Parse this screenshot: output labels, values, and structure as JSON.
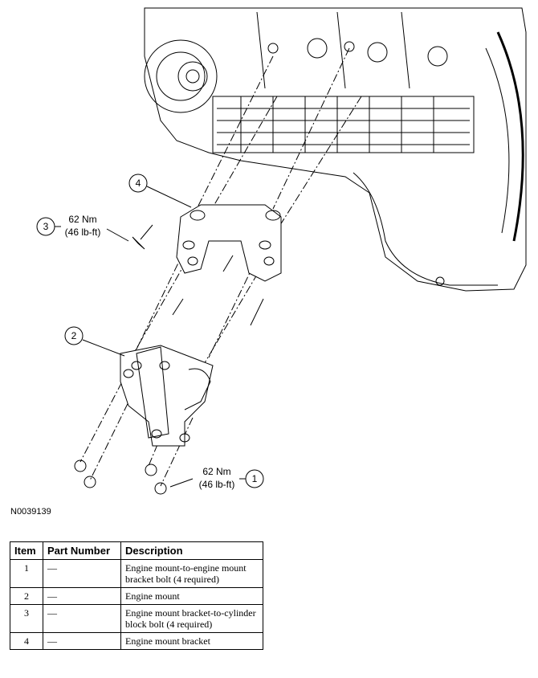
{
  "figure_id": "N0039139",
  "callouts": [
    {
      "number": "1",
      "torque_nm": "62 Nm",
      "torque_lbft": "(46 lb-ft)"
    },
    {
      "number": "2"
    },
    {
      "number": "3",
      "torque_nm": "62 Nm",
      "torque_lbft": "(46 lb-ft)"
    },
    {
      "number": "4"
    }
  ],
  "table": {
    "headers": [
      "Item",
      "Part Number",
      "Description"
    ],
    "rows": [
      {
        "item": "1",
        "part_number": "—",
        "description": "Engine mount-to-engine mount bracket bolt (4 required)"
      },
      {
        "item": "2",
        "part_number": "—",
        "description": "Engine mount"
      },
      {
        "item": "3",
        "part_number": "—",
        "description": "Engine mount bracket-to-cylinder block bolt (4 required)"
      },
      {
        "item": "4",
        "part_number": "—",
        "description": "Engine mount bracket"
      }
    ]
  }
}
